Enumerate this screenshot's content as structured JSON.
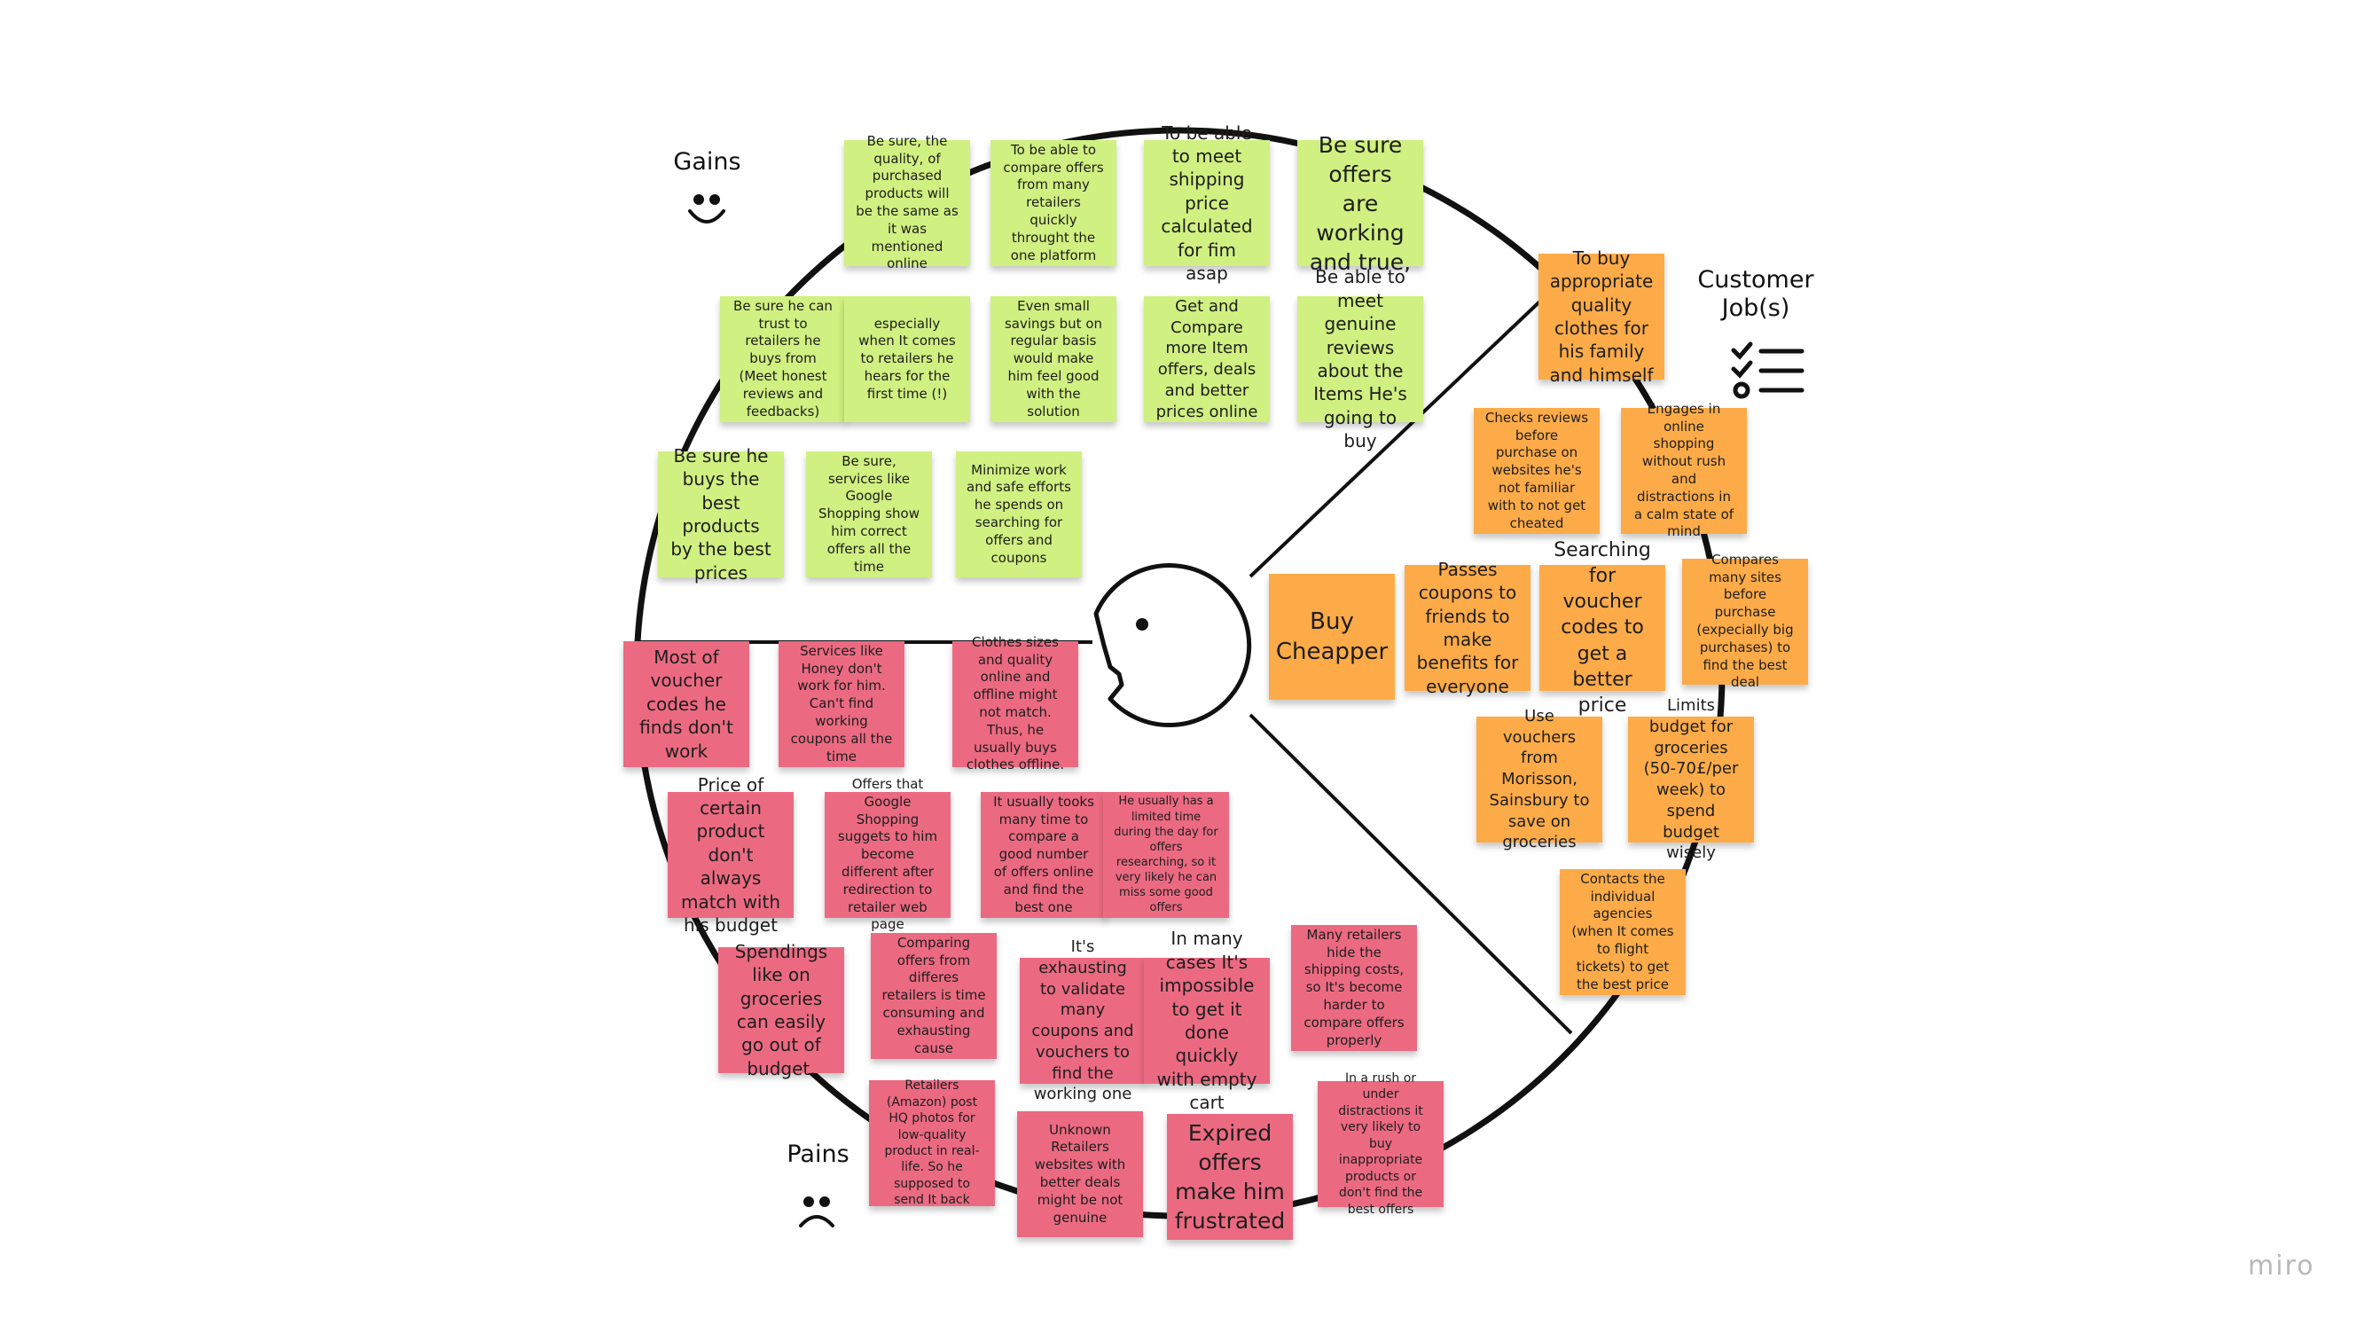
{
  "labels": {
    "gains": "Gains",
    "pains": "Pains",
    "customer_jobs": "Customer\nJob(s)",
    "brand": "miro"
  },
  "colors": {
    "gain_note": "#d0f081",
    "pain_note": "#eb6a82",
    "job_note": "#fdab48",
    "outline": "#111111"
  },
  "icons": {
    "gains": "smiley-face-icon",
    "pains": "sad-face-icon",
    "customer_jobs": "checklist-icon",
    "center": "customer-head-icon"
  },
  "gains": [
    "Be sure, the quality,  of purchased products will be the same as it was mentioned online",
    "To be able to compare offers from many retailers quickly throught the one platform",
    "To be able to meet shipping price calculated for fim asap",
    "Be sure offers are working and true,",
    "Be sure he can trust to retailers he buys from (Meet honest reviews and feedbacks)",
    "especially when It comes to retailers he hears for the first time (!)",
    "Even small savings but on regular basis would make him feel good with the solution",
    "Get and Compare more Item offers, deals and better prices online",
    "Be able to meet genuine reviews about the Items He's going to buy",
    "Be sure he buys the best products by the best prices",
    "Be sure, services like Google Shopping show him correct offers all the time",
    "Minimize work and safe efforts he spends on searching for offers and coupons"
  ],
  "pains": [
    "Most of voucher codes he finds don't work",
    "Services like Honey don't work for him. Can't find working coupons all the time",
    "Clothes sizes and quality online and offline might not match. Thus, he usually buys clothes offline.",
    "Price of certain product don't always match with his budget",
    "Offers that Google Shopping suggets to him become different after redirection to retailer web page",
    "It usually tooks many time to compare a good number of offers online and find the best one",
    "He usually has a limited time during the day for offers researching, so it very likely he can miss some good offers",
    "Spendings like on groceries can easily go out of budget.",
    "Comparing offers from differes retailers is time consuming and exhausting cause",
    "It's exhausting to validate many coupons and vouchers to find the working one",
    "In many cases It's impossible to get it done quickly with empty cart",
    "Many retailers hide the shipping costs, so It's become harder to compare offers properly",
    "Retailers (Amazon) post HQ photos for low-quality product in real-life. So he supposed to send It back",
    "Unknown Retailers websites with better deals might be not genuine",
    "Expired offers make him frustrated",
    "In a rush or under distractions it very likely to buy inappropriate products or don't find the best offers"
  ],
  "jobs": [
    "To buy appropriate quality clothes for his family and himself",
    "Checks reviews before purchase on websites he's not familiar with to not get cheated",
    "Engages in online shopping without rush and distractions in a calm state of mind",
    "Buy Cheapper",
    "Passes coupons to friends to make benefits for everyone",
    "Searching for voucher codes to get a better price",
    "Compares many sites before purchase (expecially big purchases) to find the best deal",
    "Use vouchers from Morisson, Sainsbury to save on groceries",
    "Limits budget for groceries (50-70£/per week) to spend budget wisely",
    "Contacts the individual agencies (when It comes to flight tickets) to get the best price"
  ]
}
